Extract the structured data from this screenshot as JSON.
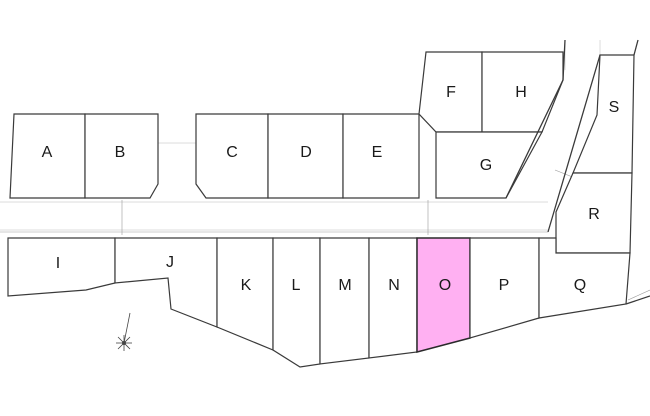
{
  "lots": [
    {
      "id": "A",
      "label": "A",
      "highlighted": false
    },
    {
      "id": "B",
      "label": "B",
      "highlighted": false
    },
    {
      "id": "C",
      "label": "C",
      "highlighted": false
    },
    {
      "id": "D",
      "label": "D",
      "highlighted": false
    },
    {
      "id": "E",
      "label": "E",
      "highlighted": false
    },
    {
      "id": "F",
      "label": "F",
      "highlighted": false
    },
    {
      "id": "H",
      "label": "H",
      "highlighted": false
    },
    {
      "id": "G",
      "label": "G",
      "highlighted": false
    },
    {
      "id": "S",
      "label": "S",
      "highlighted": false
    },
    {
      "id": "R",
      "label": "R",
      "highlighted": false
    },
    {
      "id": "I",
      "label": "I",
      "highlighted": false
    },
    {
      "id": "J",
      "label": "J",
      "highlighted": false
    },
    {
      "id": "K",
      "label": "K",
      "highlighted": false
    },
    {
      "id": "L",
      "label": "L",
      "highlighted": false
    },
    {
      "id": "M",
      "label": "M",
      "highlighted": false
    },
    {
      "id": "N",
      "label": "N",
      "highlighted": false
    },
    {
      "id": "O",
      "label": "O",
      "highlighted": true
    },
    {
      "id": "P",
      "label": "P",
      "highlighted": false
    },
    {
      "id": "Q",
      "label": "Q",
      "highlighted": false
    }
  ],
  "colors": {
    "highlight": "#ffb0f2",
    "outline": "#3a3a3a",
    "background": "#ffffff"
  },
  "icons": {
    "compass": "north-arrow-icon"
  }
}
